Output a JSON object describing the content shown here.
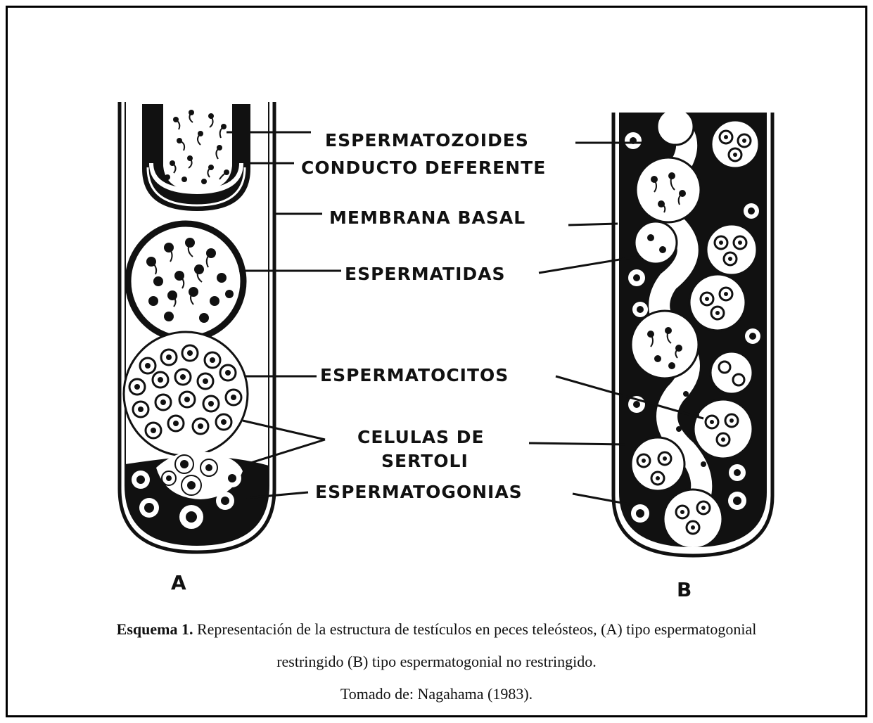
{
  "labels": {
    "espermatozoides": "ESPERMATOZOIDES",
    "conducto_deferente": "CONDUCTO DEFERENTE",
    "membrana_basal": "MEMBRANA BASAL",
    "espermatidas": "ESPERMATIDAS",
    "espermatocitos": "ESPERMATOCITOS",
    "celulas_de_sertoli_line1": "CELULAS DE",
    "celulas_de_sertoli_line2": "SERTOLI",
    "espermatogonias": "ESPERMATOGONIAS"
  },
  "panels": {
    "a": "A",
    "b": "B"
  },
  "caption": {
    "bold_lead": "Esquema 1.",
    "line1_text": "Representación de la estructura de testículos en peces teleósteos, (A) tipo espermatogonial",
    "line2": "restringido (B) tipo espermatogonial no restringido.",
    "line3": "Tomado de: Nagahama (1983)."
  },
  "colors": {
    "ink": "#111111",
    "background": "#ffffff"
  }
}
